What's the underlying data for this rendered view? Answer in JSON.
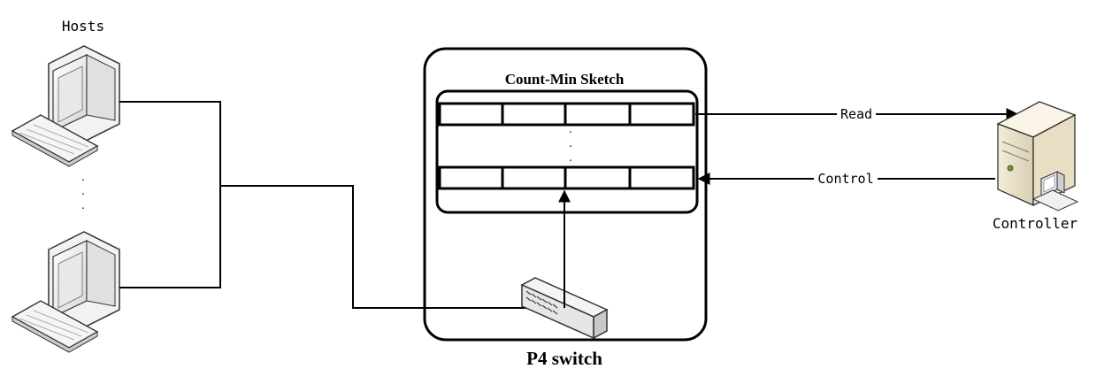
{
  "labels": {
    "hosts": "Hosts",
    "sketch_title": "Count-Min Sketch",
    "switch_label": "P4 switch",
    "controller": "Controller",
    "read_arrow": "Read",
    "control_arrow": "Control",
    "host_ellipsis": "· · ·",
    "sketch_ellipsis": "· · ·"
  },
  "sketch": {
    "rows_drawn": 2,
    "cells_per_row": 4
  },
  "icons": {
    "host": "desktop-computer-icon",
    "switch": "network-switch-icon",
    "controller": "server-tower-icon"
  }
}
